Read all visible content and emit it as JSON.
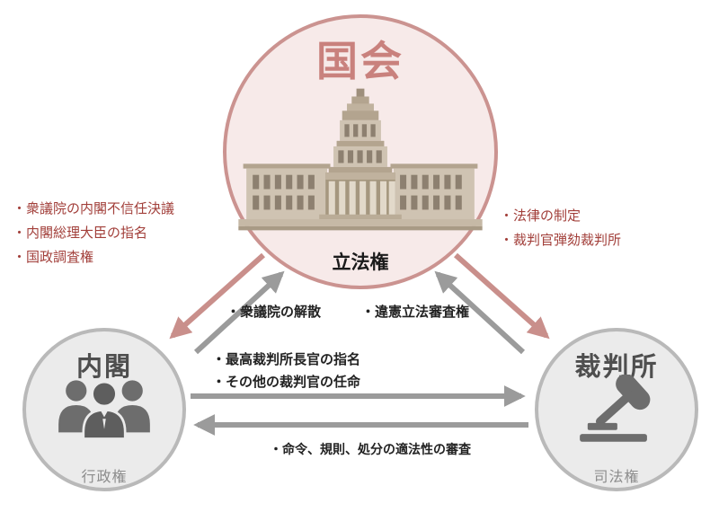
{
  "nodes": {
    "diet": {
      "title": "国会",
      "power": "立法権"
    },
    "cabinet": {
      "title": "内閣",
      "power": "行政権"
    },
    "court": {
      "title": "裁判所",
      "power": "司法権"
    }
  },
  "arrow_labels": {
    "diet_to_cabinet": [
      "・衆議院の内閣不信任決議",
      "・内閣総理大臣の指名",
      "・国政調査権"
    ],
    "diet_to_court": [
      "・法律の制定",
      "・裁判官弾劾裁判所"
    ],
    "cabinet_to_diet": "・衆議院の解散",
    "court_to_diet": "・違憲立法審査権",
    "cabinet_to_court": [
      "・最高裁判所長官の指名",
      "・その他の裁判官の任命"
    ],
    "court_to_cabinet": "・命令、規則、処分の適法性の審査"
  },
  "colors": {
    "rose_accent": "#cb9390",
    "rose_fill": "#f7eae9",
    "rose_text": "#a23f3a",
    "rose_arrow": "#c98f8b",
    "gray_arrow": "#9b9b9b",
    "gray_border": "#b9b9b9",
    "gray_fill": "#ebebeb"
  }
}
